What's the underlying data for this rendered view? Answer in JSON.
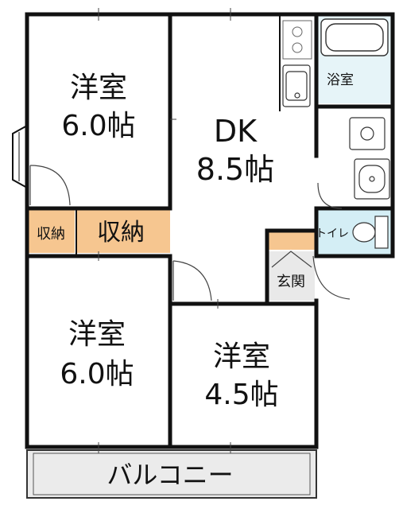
{
  "colors": {
    "wall": "#111111",
    "storage": "#f6c690",
    "wet": "#d4eef5",
    "balcony": "#ebebeb",
    "entrance": "#e9e9e9"
  },
  "rooms": {
    "western_room_top": {
      "name": "洋室",
      "size": "6.0帖"
    },
    "dining_kitchen": {
      "name": "DK",
      "size": "8.5帖"
    },
    "western_room_bottom_left": {
      "name": "洋室",
      "size": "6.0帖"
    },
    "western_room_bottom_right": {
      "name": "洋室",
      "size": "4.5帖"
    },
    "closet_small": {
      "name": "収納"
    },
    "closet_large": {
      "name": "収納"
    },
    "bathroom": {
      "name": "浴室"
    },
    "toilet": {
      "name": "トイレ"
    },
    "entrance": {
      "name": "玄関"
    },
    "balcony": {
      "name": "バルコニー"
    }
  }
}
